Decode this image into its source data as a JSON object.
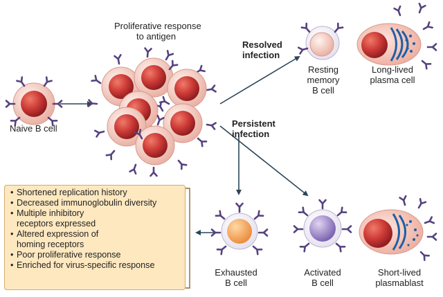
{
  "labels": {
    "proliferative_line1": "Proliferative response",
    "proliferative_line2": "to antigen",
    "naive": "Naive B cell",
    "resolved_line1": "Resolved",
    "resolved_line2": "infection",
    "persistent_line1": "Persistent",
    "persistent_line2": "infection",
    "resting_line1": "Resting",
    "resting_line2": "memory",
    "resting_line3": "B cell",
    "longlived_line1": "Long-lived",
    "longlived_line2": "plasma cell",
    "exhausted_line1": "Exhausted",
    "exhausted_line2": "B cell",
    "activated_line1": "Activated",
    "activated_line2": "B cell",
    "shortlived_line1": "Short-lived",
    "shortlived_line2": "plasmablast"
  },
  "features": [
    "Shortened replication history",
    "Decreased immunoglobulin diversity",
    "Multiple inhibitory receptors expressed",
    "Altered expression of homing receptors",
    "Poor proliferative response",
    "Enriched for virus-specific response"
  ],
  "colors": {
    "cell_outer": "#f2c3b8",
    "nucleus": "#c93535",
    "exhausted_nucleus": "#f2a25c",
    "activated_nucleus": "#9b84c6",
    "receptor": "#5b4a86",
    "arrow": "#2a4558",
    "box_fill": "#fde8c0",
    "er_line": "#1f5fa6"
  }
}
